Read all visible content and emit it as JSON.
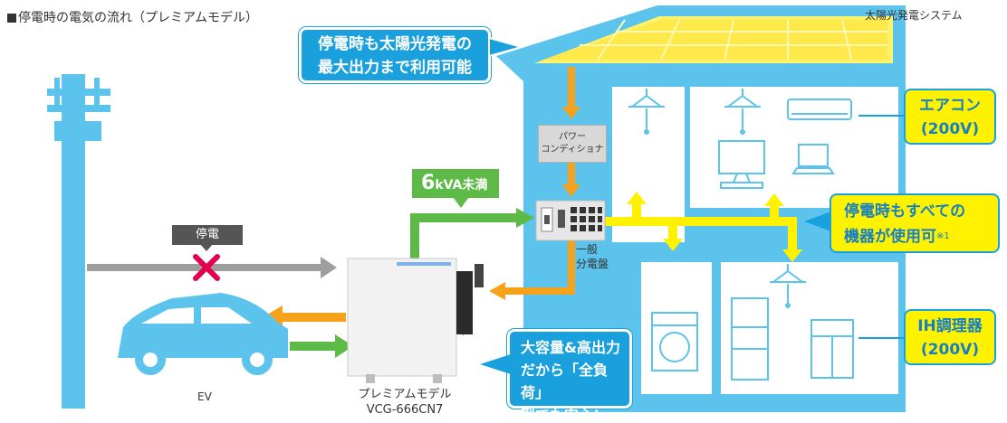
{
  "title": "停電時の電気の流れ（プレミアムモデル）",
  "solar_system_label": "太陽光発電システム",
  "callouts": {
    "solar_line1": "停電時も太陽光発電の",
    "solar_line2": "最大出力まで利用可能",
    "all_devices_line1": "停電時もすべての",
    "all_devices_line2": "機器が使用可",
    "all_devices_note": "※1",
    "capacity_line1": "大容量&高出力",
    "capacity_line2": "だから「全負荷」",
    "capacity_line3": "型でも安心!"
  },
  "aircon": {
    "line1": "エアコン",
    "line2": "(200V)"
  },
  "ih": {
    "line1": "IH調理器",
    "line2": "(200V)"
  },
  "power_conditioner": {
    "line1": "パワー",
    "line2": "コンディショナ"
  },
  "distribution_board": {
    "line1": "一般",
    "line2": "分電盤"
  },
  "kva": {
    "number": "6",
    "unit": "kVA未満"
  },
  "outage_label": "停電",
  "ev_label": "EV",
  "product": {
    "line1": "プレミアムモデル",
    "line2": "VCG-666CN7"
  },
  "colors": {
    "house_blue": "#5bc3ec",
    "callout_blue": "#1aa1dd",
    "power_yellow": "#fff200",
    "solar_orange": "#f7a21b",
    "supply_green": "#5dba46",
    "grid_gray": "#9e9e9e",
    "cross_red": "#e5004f"
  }
}
